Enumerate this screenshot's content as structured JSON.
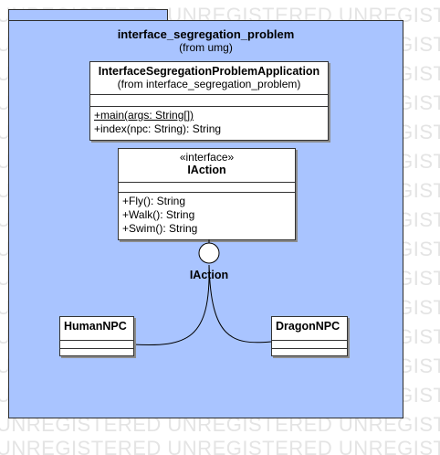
{
  "watermark": {
    "lines": [
      "UNREGISTERED UNREGISTERED UNREGISTERED UNREG",
      "UNREGISTERED UNREGISTERED UNREGISTERED UNREG",
      "UNREGISTERED UNREGISTERED UNREGISTERED UNREG",
      "UNREGISTERED UNREGISTERED UNREGISTERED UNREG",
      "UNREGISTERED UNREGISTERED UNREGISTERED UNREG",
      "UNREGISTERED UNREGISTERED UNREGISTERED UNREG",
      "UNREGISTERED UNREGISTERED UNREGISTERED UNREG",
      "UNREGISTERED UNREGISTERED UNREGISTERED UNREG",
      "UNREGISTERED UNREGISTERED UNREGISTERED UNREG",
      "UNREGISTERED UNREGISTERED UNREGISTERED UNREG",
      "UNREGISTERED UNREGISTERED UNREGISTERED UNREG",
      "UNREGISTERED UNREGISTERED UNREGISTERED UNREG",
      "UNREGISTERED UNREGISTERED UNREGISTERED UNREG",
      "UNREGISTERED UNREGISTERED UNREGISTERED UNREG",
      "UNREGISTERED UNREGISTERED UNREGISTERED UNREG",
      "UNREGISTERED UNREGISTERED UNREGISTERED UNREG"
    ]
  },
  "package": {
    "name": "interface_segregation_problem",
    "origin": "(from umg)"
  },
  "app_class": {
    "name": "InterfaceSegregationProblemApplication",
    "origin": "(from interface_segregation_problem)",
    "operations": [
      "+main(args: String[])",
      "+index(npc: String): String"
    ]
  },
  "iaction_class": {
    "stereotype": "«interface»",
    "name": "IAction",
    "operations": [
      "+Fly(): String",
      "+Walk(): String",
      "+Swim(): String"
    ]
  },
  "lollipop_label": "IAction",
  "human_class": {
    "name": "HumanNPC"
  },
  "dragon_class": {
    "name": "DragonNPC"
  },
  "colors": {
    "package_fill": "#a9c4ff",
    "class_fill": "#ffffff",
    "line": "#000000"
  }
}
